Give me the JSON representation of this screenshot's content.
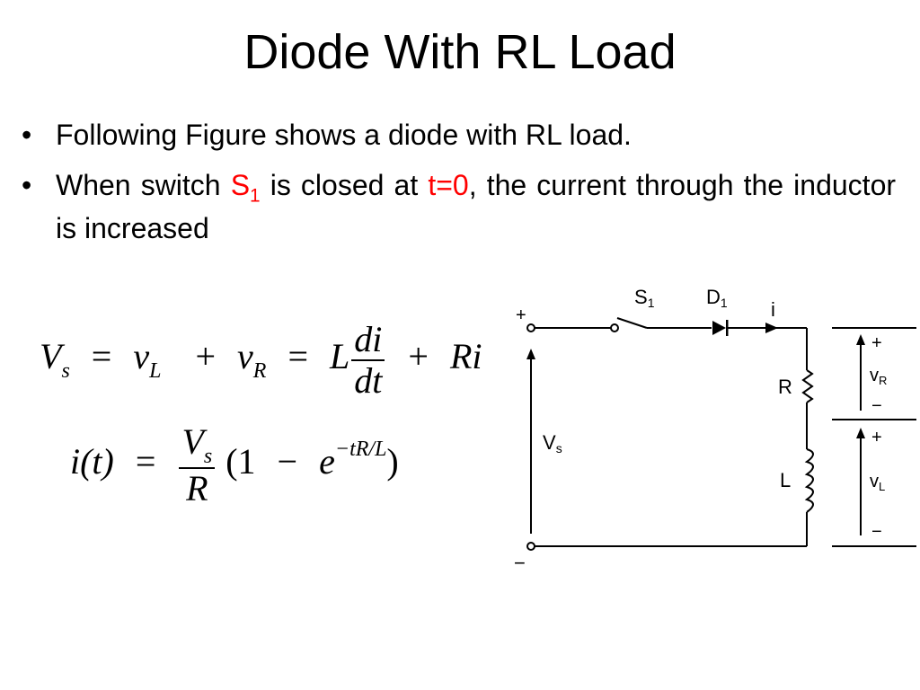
{
  "slide": {
    "title": "Diode With RL Load",
    "bullets": [
      {
        "text": "Following Figure shows a diode with RL load."
      },
      {
        "text_before": "When switch ",
        "switch_name": "S",
        "switch_sub": "1",
        "text_mid": " is closed at ",
        "time": "t=0",
        "text_after": ", the current through the inductor is increased"
      }
    ],
    "bullet_symbol": "•",
    "highlight_color": "#ff0000"
  },
  "equations": {
    "eq1": {
      "Vs": "V",
      "s": "s",
      "eq": "=",
      "vL": "v",
      "L": "L",
      "plus": "+",
      "vR": "v",
      "R": "R",
      "L_coef": "L",
      "di": "di",
      "dt": "dt",
      "Ri": "Ri"
    },
    "eq2": {
      "it": "i(t)",
      "eq": "=",
      "num": "V",
      "num_sub": "s",
      "den": "R",
      "open": "(1",
      "minus": "−",
      "e": "e",
      "exp": "−tR/L",
      "close": ")"
    }
  },
  "circuit": {
    "labels": {
      "switch": "S",
      "switch_sub": "1",
      "diode": "D",
      "diode_sub": "1",
      "current": "i",
      "resistor": "R",
      "inductor": "L",
      "source": "V",
      "source_sub": "s",
      "vr": "v",
      "vr_sub": "R",
      "vl": "v",
      "vl_sub": "L",
      "plus": "+",
      "minus": "−"
    }
  }
}
